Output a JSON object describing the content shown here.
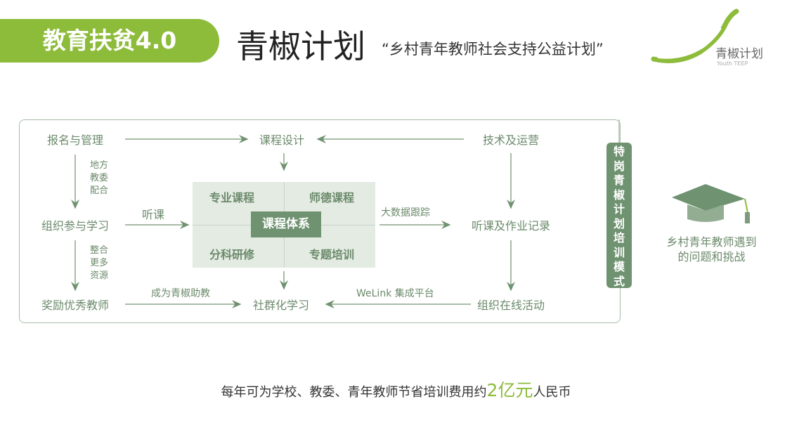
{
  "header": {
    "banner": "教育扶贫4.0",
    "title": "青椒计划",
    "subtitle": "“乡村青年教师社会支持公益计划”",
    "logo_text": "青椒计划",
    "logo_sub": "Youth TEEP"
  },
  "diagram": {
    "nodes": {
      "register": "报名与管理",
      "course_design": "课程设计",
      "tech_ops": "技术及运营",
      "organize": "组织参与学习",
      "listen_record": "听课及作业记录",
      "reward": "奖励优秀教师",
      "community": "社群化学习",
      "online_activity": "组织在线活动"
    },
    "labels": {
      "local": [
        "地方",
        "教委",
        "配合"
      ],
      "integrate": [
        "整合",
        "更多",
        "资源"
      ],
      "listen": "听课",
      "big_data": "大数据跟踪",
      "assistant": "成为青椒助教",
      "welink": "WeLink 集成平台"
    },
    "grid": {
      "cells": [
        "专业课程",
        "师德课程",
        "分科研修",
        "专题培训"
      ],
      "core": "课程体系"
    },
    "vertical_label": [
      "特",
      "岗",
      "青",
      "椒",
      "计",
      "划",
      "培",
      "训",
      "模",
      "式"
    ]
  },
  "side": {
    "caption_lines": [
      "乡村青年教师遇到",
      "的问题和挑战"
    ]
  },
  "footer": {
    "before": "每年可为学校、教委、青年教师节省培训费用约",
    "highlight": "2亿元",
    "after": "人民币"
  },
  "colors": {
    "brand_green": "#8dbb3a",
    "diagram_green": "#6f9270"
  }
}
